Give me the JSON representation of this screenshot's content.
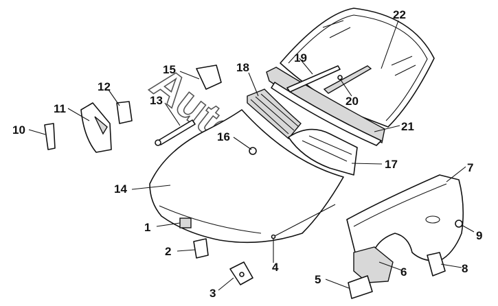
{
  "callouts": [
    "1",
    "2",
    "3",
    "4",
    "5",
    "6",
    "7",
    "8",
    "9",
    "10",
    "11",
    "12",
    "13",
    "14",
    "15",
    "16",
    "17",
    "18",
    "19",
    "20",
    "21",
    "22"
  ],
  "watermark": "AutoSoft"
}
